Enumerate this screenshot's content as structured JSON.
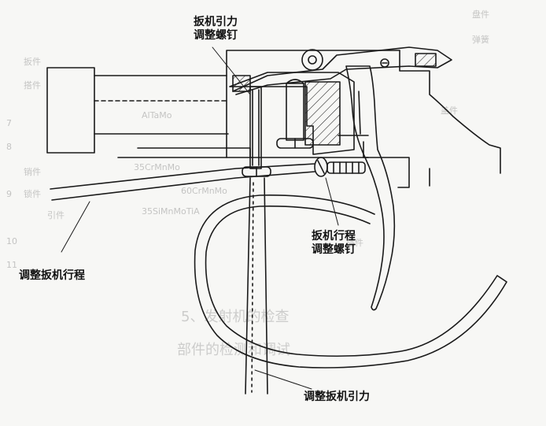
{
  "colors": {
    "ink": "#1a1a1a",
    "paper": "#f7f7f5",
    "bleed": "#9a9a9a"
  },
  "labels": {
    "trigger_pull_screw": [
      "扳机引力",
      "调整螺钉"
    ],
    "trigger_travel_screw": [
      "扳机行程",
      "调整螺钉"
    ],
    "adjust_travel": "调整扳机行程",
    "adjust_pull": "调整扳机引力"
  },
  "bleed_text": {
    "right_col": [
      "盘件",
      "弹簧",
      "扳件",
      "搭件",
      "销件",
      "锁件",
      "引件",
      "插件",
      "盖件"
    ],
    "numbers": [
      "7",
      "8",
      "9",
      "10",
      "11"
    ],
    "formula1": "AlTaMo",
    "formula2": "35CrMnMo",
    "formula3": "35SiMnMoTiA",
    "formula4": "60CrMnMo",
    "line1": "5、发射机的检查",
    "line2": "部件的检测和调试"
  }
}
